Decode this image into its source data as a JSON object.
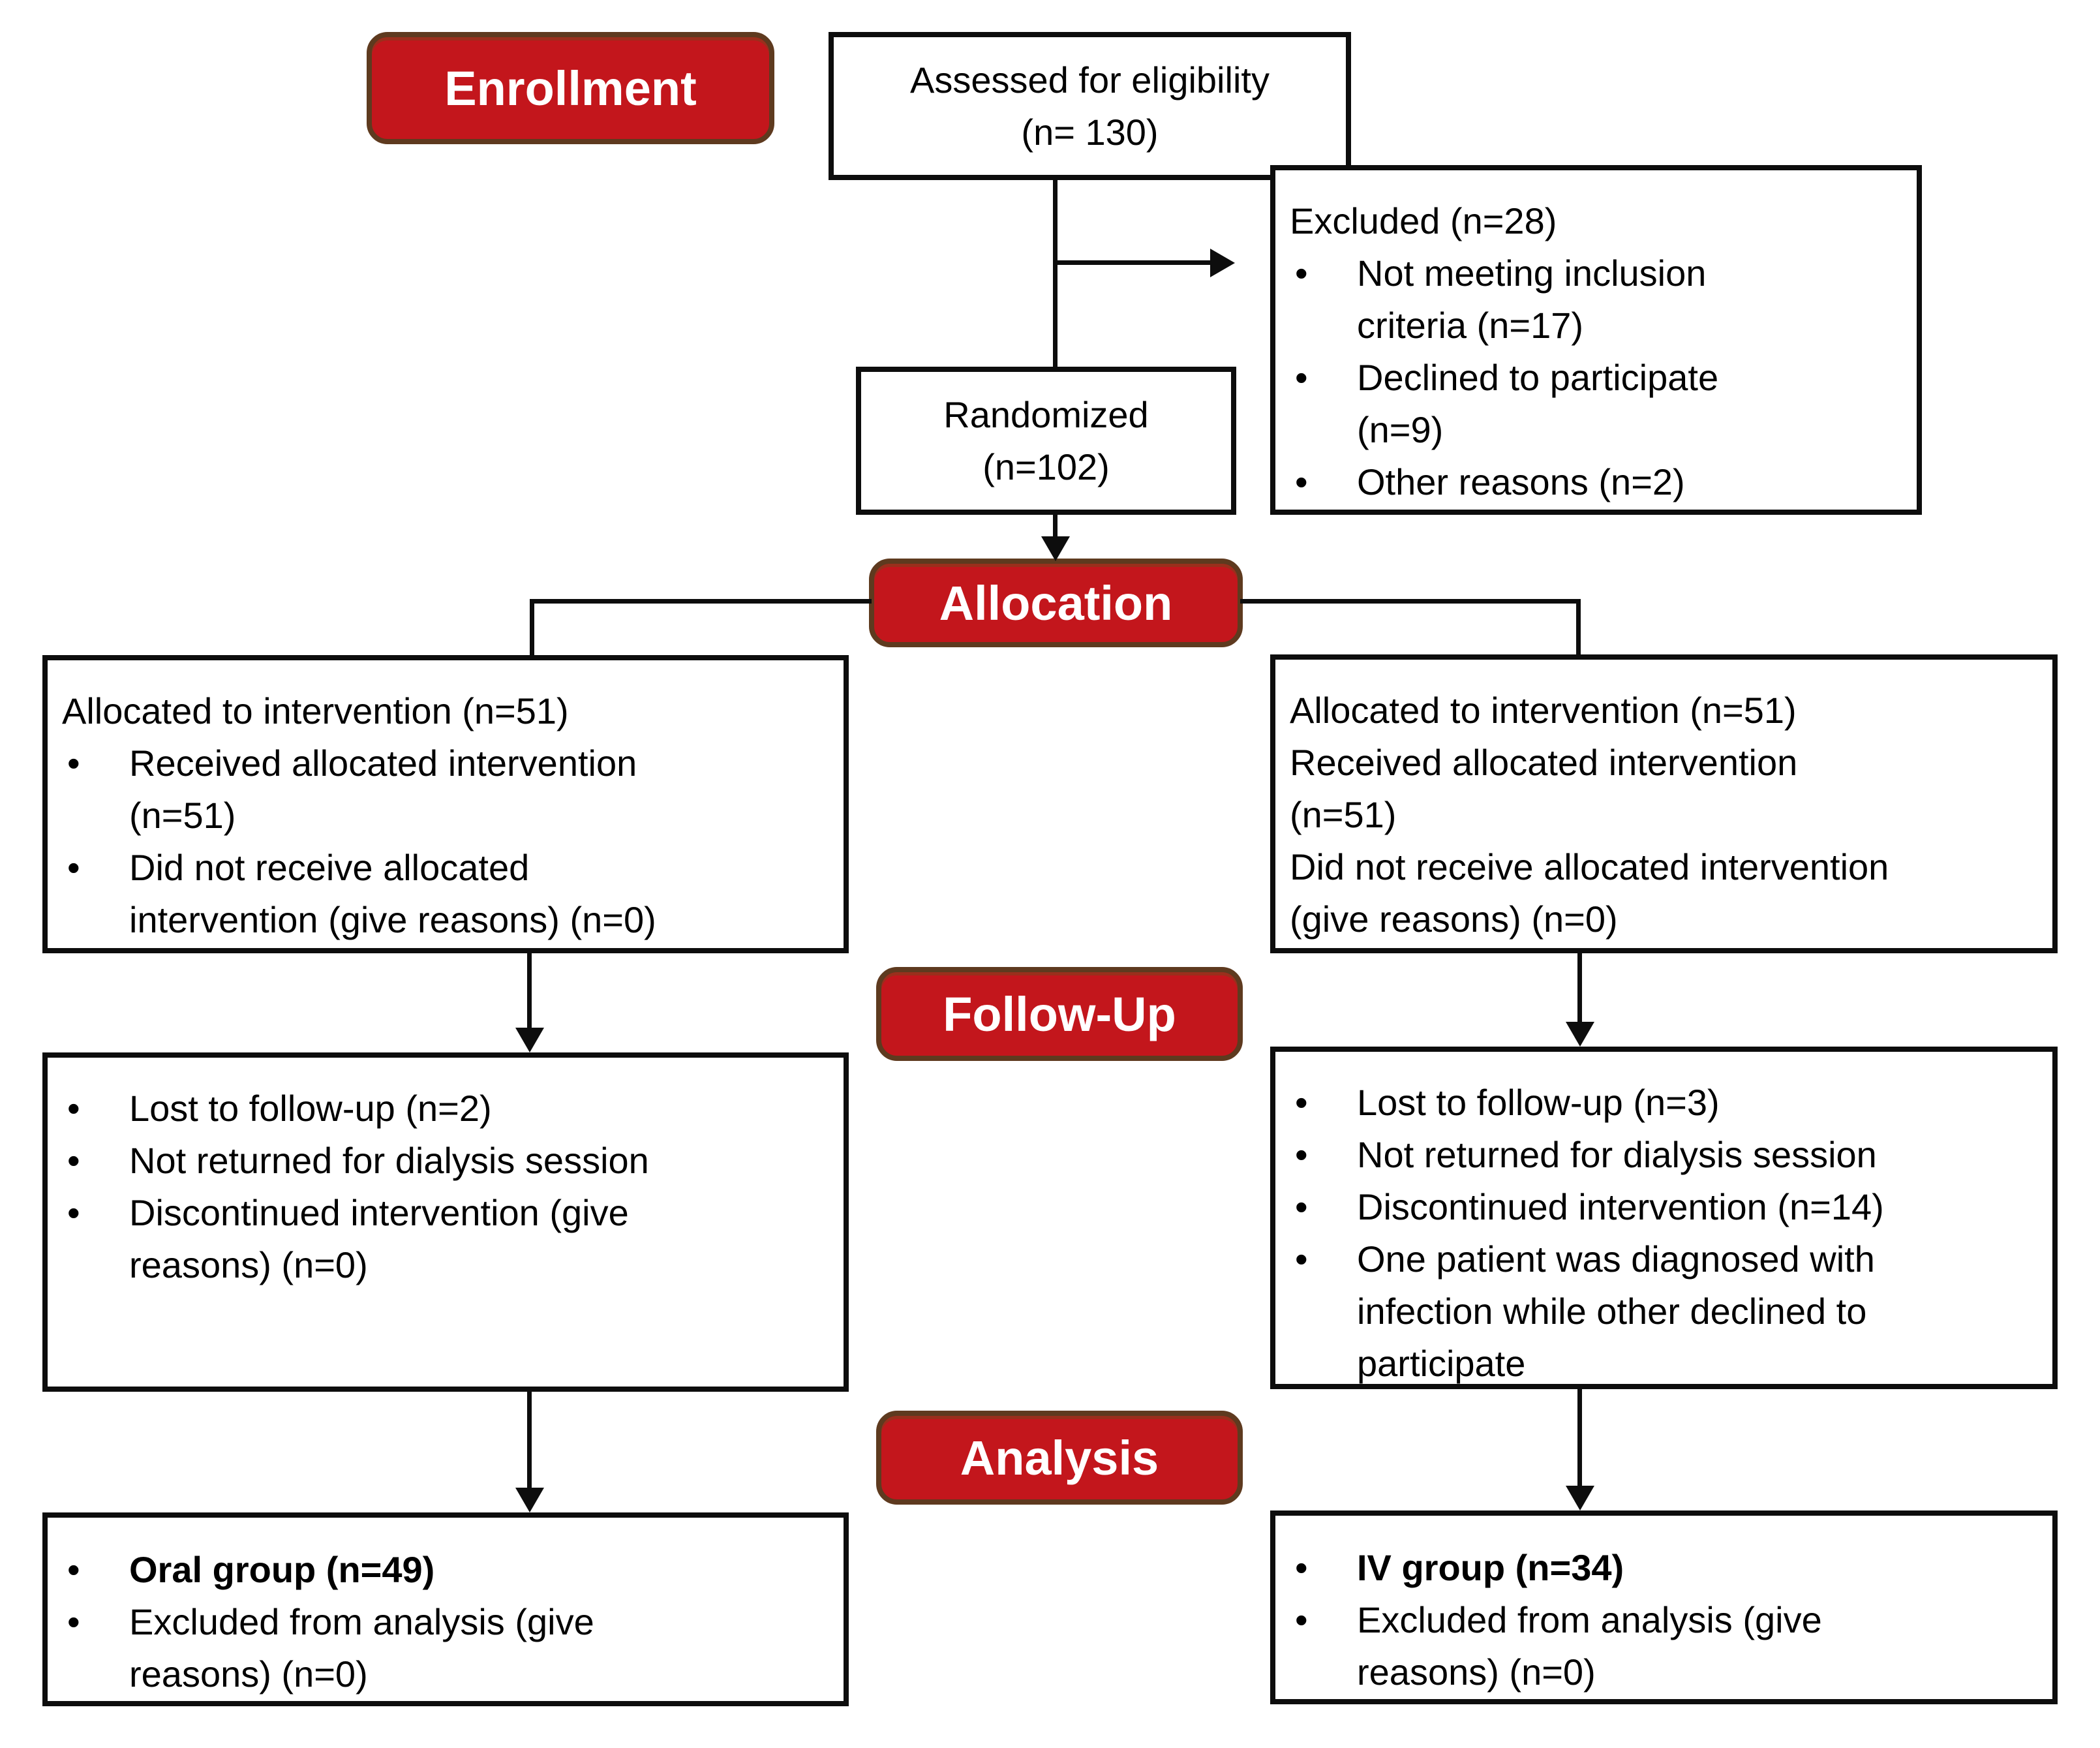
{
  "bullet_glyph": "•",
  "colors": {
    "stage_fill": "#c3161c",
    "stage_border": "#5e3a1f",
    "box_border": "#0d0d0d",
    "text": "#000000",
    "background": "#ffffff"
  },
  "stages": [
    {
      "label": "Enrollment"
    },
    {
      "label": "Allocation"
    },
    {
      "label": "Follow-Up"
    },
    {
      "label": "Analysis"
    }
  ],
  "boxes": {
    "assessed": {
      "items": [
        {
          "lines": [
            "Assessed for eligibility",
            "(n= 130)"
          ]
        }
      ]
    },
    "excluded": {
      "items": [
        {
          "lines": [
            "Excluded (n=28)"
          ]
        },
        {
          "lines": [
            "Not meeting inclusion",
            "criteria (n=17)"
          ]
        },
        {
          "lines": [
            "Declined to participate",
            "(n=9)"
          ]
        },
        {
          "lines": [
            "Other reasons (n=2)"
          ]
        }
      ]
    },
    "randomized": {
      "items": [
        {
          "lines": [
            "Randomized",
            "(n=102)"
          ]
        }
      ]
    },
    "alloc_left": {
      "items": [
        {
          "lines": [
            "Allocated to intervention (n=51)"
          ]
        },
        {
          "lines": [
            "Received allocated intervention",
            "(n=51)"
          ]
        },
        {
          "lines": [
            "Did not receive allocated",
            "intervention (give reasons) (n=0)"
          ]
        }
      ]
    },
    "alloc_right": {
      "items": [
        {
          "lines": [
            "Allocated to intervention (n=51)",
            "Received allocated intervention",
            "(n=51)",
            "Did not receive allocated intervention",
            "(give reasons) (n=0)"
          ]
        }
      ]
    },
    "followup_left": {
      "items": [
        {
          "lines": [
            "Lost to follow-up (n=2)"
          ]
        },
        {
          "lines": [
            "Not returned for dialysis session"
          ]
        },
        {
          "lines": [
            "Discontinued intervention (give",
            "reasons) (n=0)"
          ]
        }
      ]
    },
    "followup_right": {
      "items": [
        {
          "lines": [
            "Lost to follow-up (n=3)"
          ]
        },
        {
          "lines": [
            "Not returned for dialysis session"
          ]
        },
        {
          "lines": [
            "Discontinued intervention (n=14)"
          ]
        },
        {
          "lines": [
            "One patient was diagnosed with",
            "infection while other declined to",
            "participate"
          ]
        }
      ]
    },
    "analysis_left": {
      "items": [
        {
          "lines": [
            "Oral group (n=49)"
          ]
        },
        {
          "lines": [
            "Excluded from analysis (give",
            "reasons) (n=0)"
          ]
        }
      ]
    },
    "analysis_right": {
      "items": [
        {
          "lines": [
            "IV group (n=34)"
          ]
        },
        {
          "lines": [
            "Excluded from analysis (give",
            "reasons) (n=0)"
          ]
        }
      ]
    }
  }
}
